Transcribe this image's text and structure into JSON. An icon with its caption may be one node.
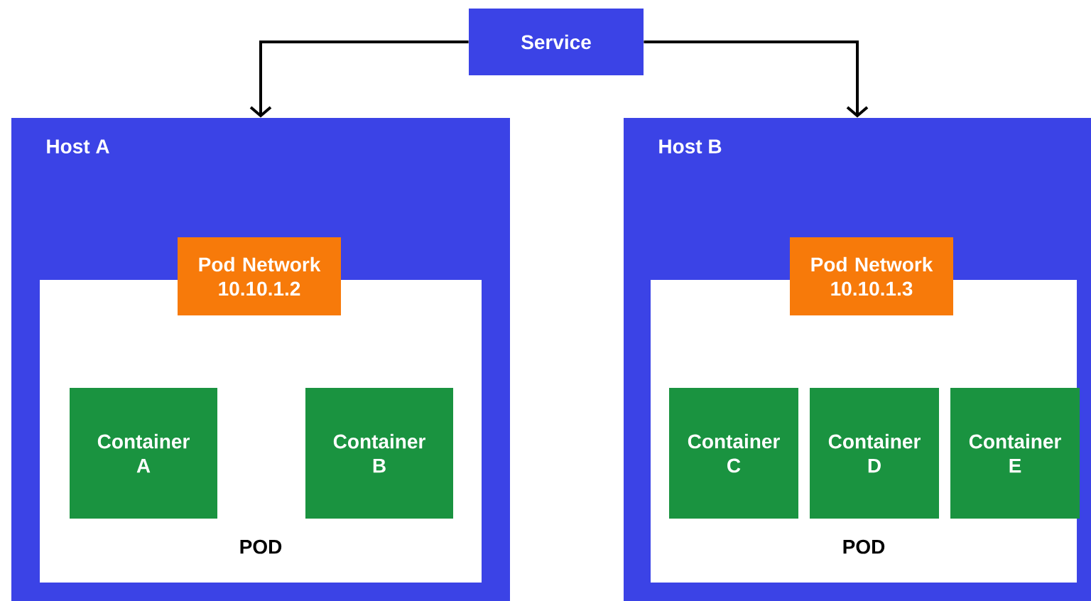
{
  "diagram": {
    "nodes": [
      {
        "text": [
          "Service"
        ]
      },
      {
        "text": [
          "Host A"
        ]
      },
      {
        "text": [
          "POD"
        ],
        "in": 1
      },
      {
        "text": [
          "Pod Network",
          "10.10.1.2"
        ],
        "in": 1
      },
      {
        "text": [
          "Container A"
        ],
        "in": 2
      },
      {
        "text": [
          "Container B"
        ],
        "in": 2
      },
      {
        "text": [
          "Host B"
        ]
      },
      {
        "text": [
          "POD"
        ],
        "in": 6
      },
      {
        "text": [
          "Pod Network",
          "10.10.1.3"
        ],
        "in": 6
      },
      {
        "text": [
          "Container C"
        ],
        "in": 7
      },
      {
        "text": [
          "Container D"
        ],
        "in": 7
      },
      {
        "text": [
          "Container E"
        ],
        "in": 7
      }
    ],
    "edges": [
      {
        "from": 0,
        "to": 1,
        "arrow": "to"
      },
      {
        "from": 0,
        "to": 6,
        "arrow": "to"
      }
    ]
  }
}
